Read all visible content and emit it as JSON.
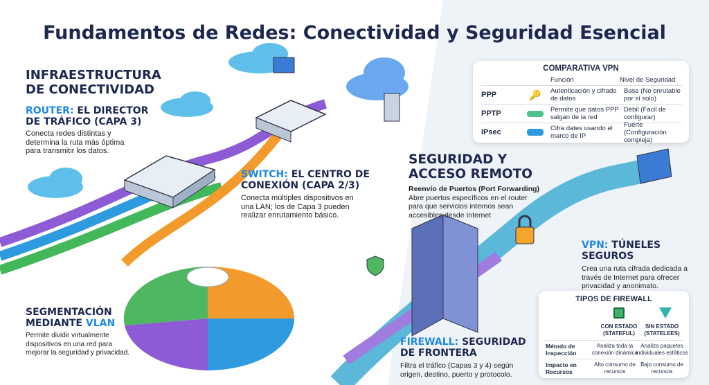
{
  "title": "Fundamentos de Redes: Conectividad y Seguridad Esencial",
  "infra": {
    "heading_line1": "INFRAESTRUCTURA",
    "heading_line2": "DE CONECTIVIDAD"
  },
  "router": {
    "accent": "ROUTER:",
    "heading_rest": "EL DIRECTOR",
    "heading_line2": "DE TRÁFICO (CAPA 3)",
    "body": [
      "Conecta redes distintas y",
      "determina la ruta más óptima",
      "para transmitir los datos."
    ]
  },
  "switch": {
    "accent": "SWITCH:",
    "heading_rest": "EL CENTRO DE",
    "heading_line2": "CONEXIÓN (CAPA 2/3)",
    "body": [
      "Conecta múltiples dispositivos en",
      "una LAN; los de Capa 3 pueden",
      "realizar enrutamiento básico."
    ]
  },
  "vlan": {
    "heading_line1": "SEGMENTACIÓN",
    "heading_pre": "MEDIANTE",
    "accent": "VLAN",
    "body": [
      "Permite dividir virtualmente",
      "dispositivos en una red para",
      "mejorar la seguridad y privacidad."
    ]
  },
  "security": {
    "heading_line1": "SEGURIDAD Y",
    "heading_line2": "ACCESO REMOTO",
    "sub": "Reenvío de Puertos (Port Forwarding)",
    "body": [
      "Abre puertos específicos en el router",
      "para que servicios internos sean",
      "accesibles desde Internet"
    ]
  },
  "vpn": {
    "accent": "VPN:",
    "heading_rest": "TÚNELES SEGUROS",
    "body": [
      "Crea una ruta cifrada dedicada a",
      "través de Internet para ofrecer",
      "privacidad y anonimato."
    ]
  },
  "firewall": {
    "accent": "FIREWALL:",
    "heading_rest": "SEGURIDAD",
    "heading_line2": "DE FRONTERA",
    "body": [
      "Filtra el tráfico (Capas 3 y 4) según",
      "origen, destino, puerto y protocolo."
    ]
  },
  "vpn_table": {
    "title": "COMPARATIVA VPN",
    "col_function": "Función",
    "col_security": "Nivel de Seguridad",
    "rows": [
      {
        "name": "PPP",
        "icon": "key-icon",
        "function": "Autenticación y cifrado de datos",
        "security": "Base (No onrutable por sí solo)"
      },
      {
        "name": "PPTP",
        "icon": "broken-tunnel-icon",
        "function": "Permite que datos PPP salgan de la red",
        "security": "Débil (Fácil de configurar)"
      },
      {
        "name": "IPsec",
        "icon": "locked-tunnel-icon",
        "function": "Cifra dates usando el marco de IP",
        "security": "Fuerte (Configuración compleja)"
      }
    ]
  },
  "fw_table": {
    "title": "TIPOS DE FIREWALL",
    "col1": "CON ESTADO (STATEFUL)",
    "col2": "SIN ESTADO (STATELEES)",
    "rows": [
      {
        "label": "Método de Inspección",
        "c1": "Analiza toda la conexión dinámica",
        "c2": "Analiza paquetes individuales estáticos"
      },
      {
        "label": "Impacto en Recursos",
        "c1": "Alto consumo de recursos",
        "c2": "Bajo consumo de recursos"
      }
    ]
  },
  "colors": {
    "accent": "#1e88e5",
    "title": "#1d2850",
    "panel": "#eef3f7"
  }
}
